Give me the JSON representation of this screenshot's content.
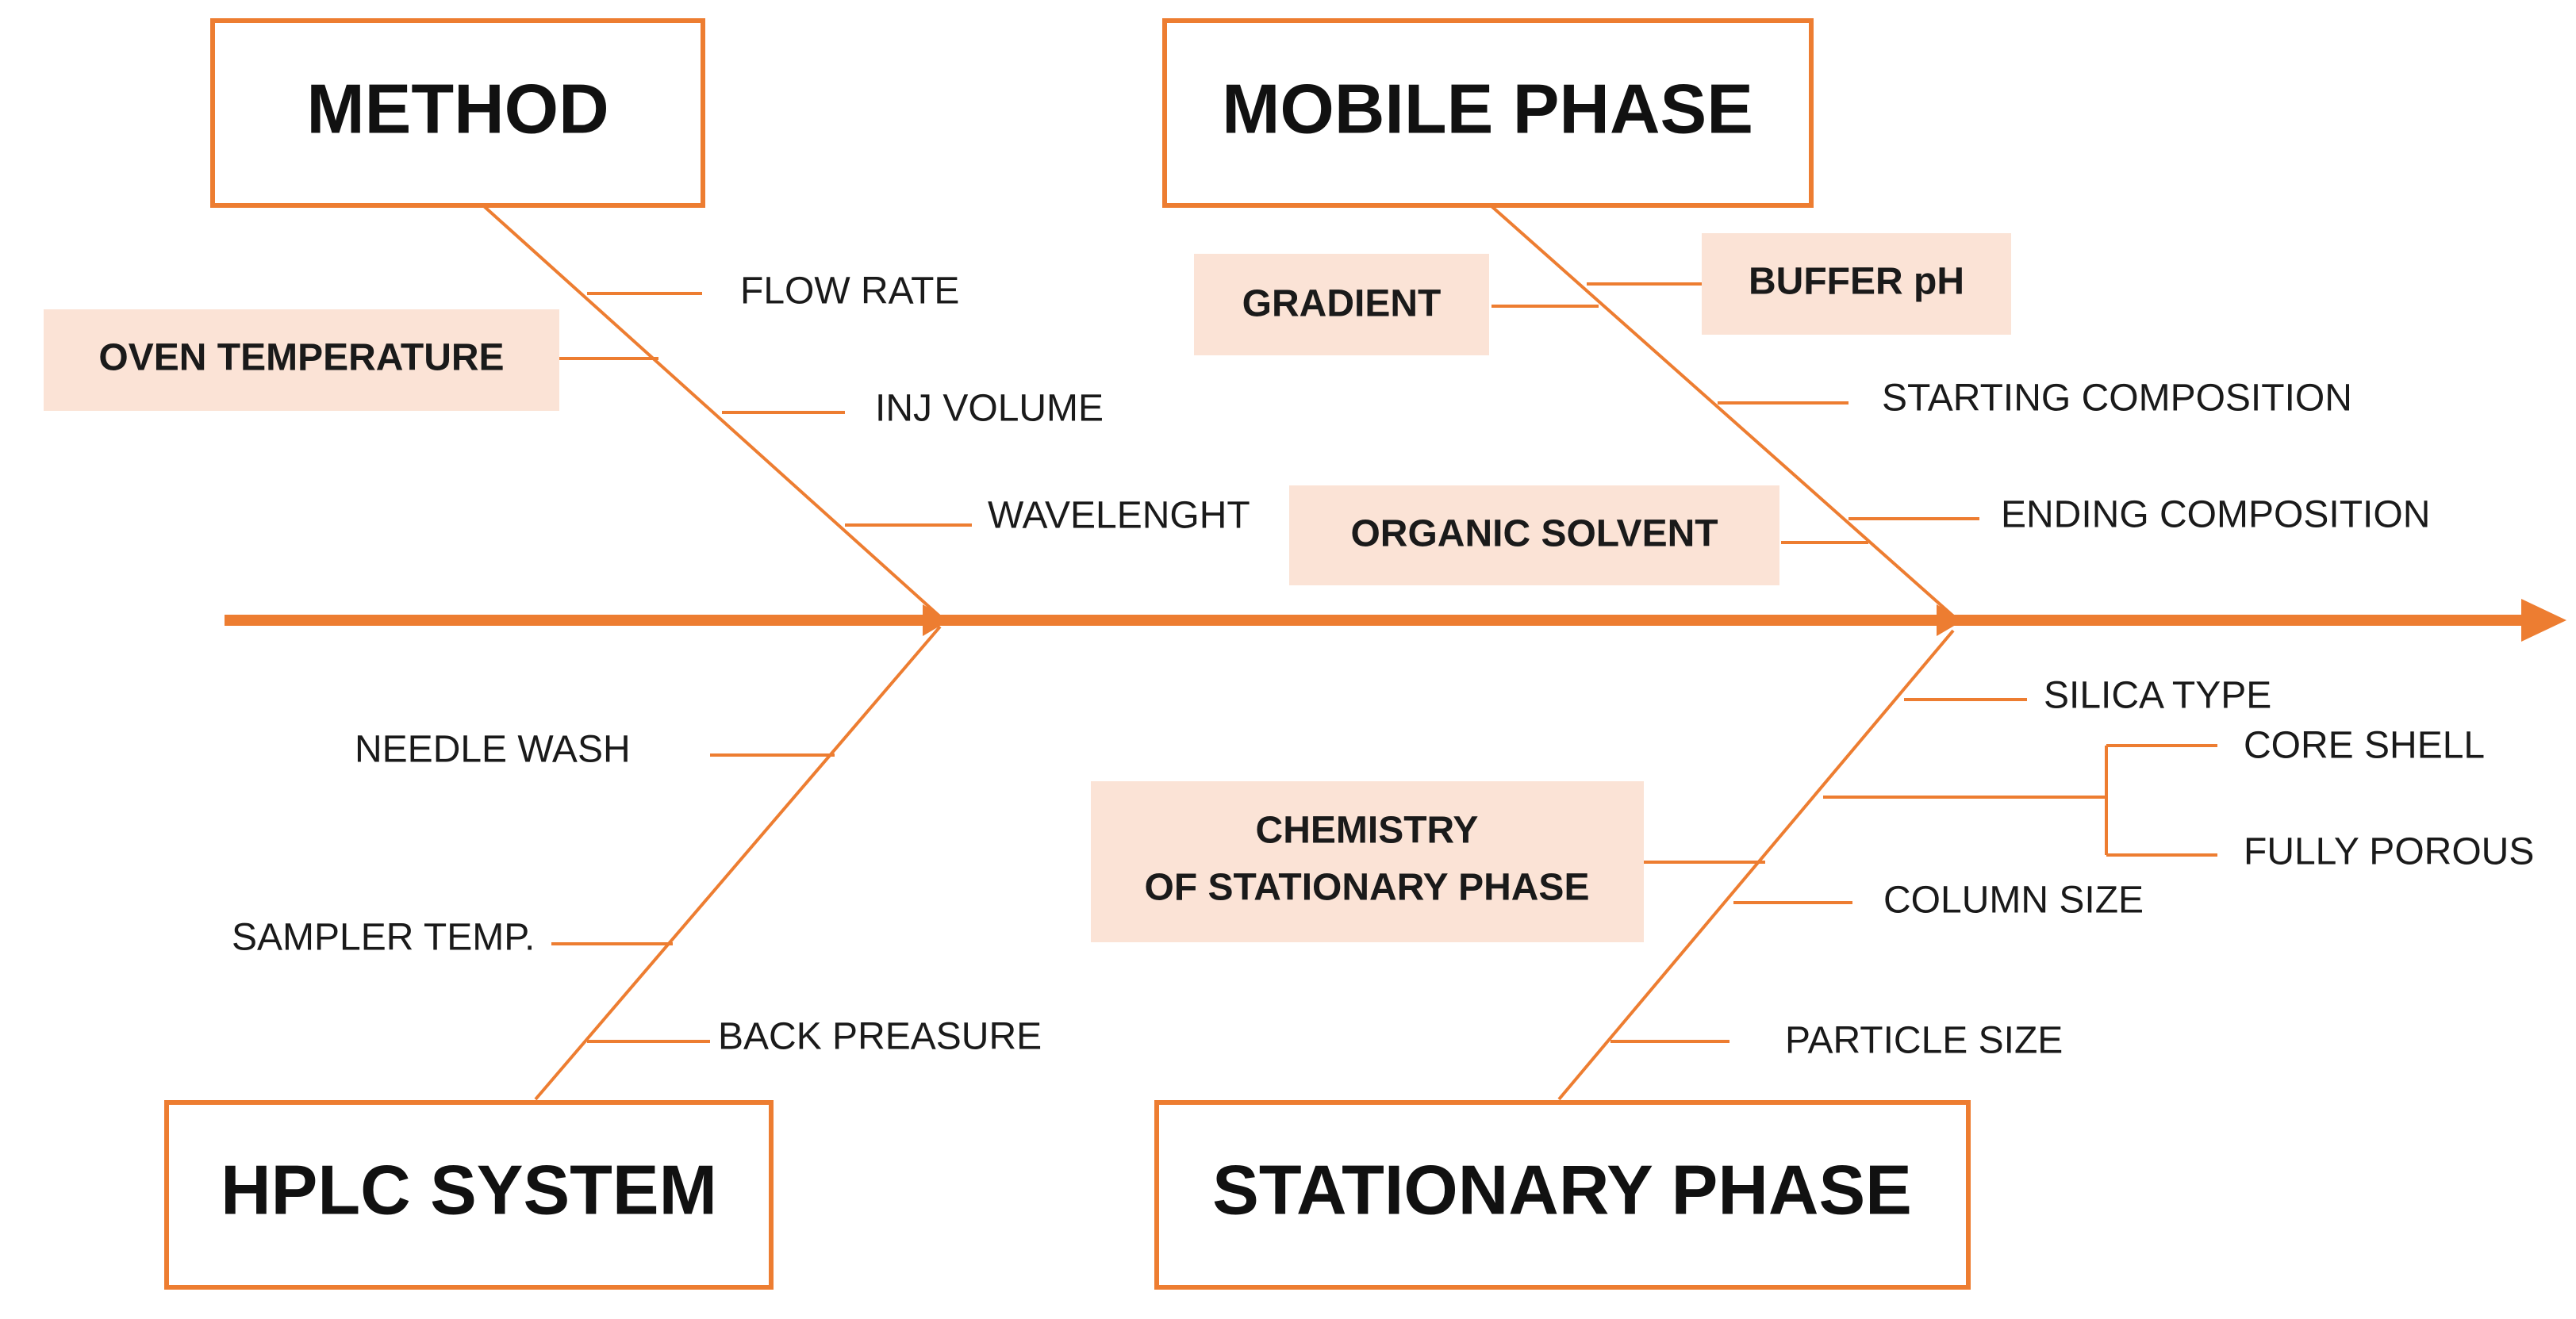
{
  "colors": {
    "accent": "#ED7D31",
    "highlight": "#FBE3D6",
    "text": "#1a1a1a"
  },
  "categories": {
    "method": "METHOD",
    "mobile_phase": "MOBILE PHASE",
    "hplc_system": "HPLC SYSTEM",
    "stationary_phase": "STATIONARY PHASE"
  },
  "method": {
    "flow_rate": "FLOW RATE",
    "oven_temperature": "OVEN TEMPERATURE",
    "inj_volume": "INJ VOLUME",
    "wavelength": "WAVELENGHT"
  },
  "mobile_phase": {
    "gradient": "GRADIENT",
    "buffer_ph": "BUFFER pH",
    "starting_composition": "STARTING COMPOSITION",
    "ending_composition": "ENDING COMPOSITION",
    "organic_solvent": "ORGANIC SOLVENT"
  },
  "hplc_system": {
    "needle_wash": "NEEDLE WASH",
    "sampler_temp": "SAMPLER TEMP.",
    "back_pressure": "BACK PREASURE"
  },
  "stationary_phase": {
    "silica_type": "SILICA TYPE",
    "core_shell": "CORE SHELL",
    "fully_porous": "FULLY POROUS",
    "chemistry_line1": "CHEMISTRY",
    "chemistry_line2": "OF STATIONARY PHASE",
    "column_size": "COLUMN SIZE",
    "particle_size": "PARTICLE SIZE"
  }
}
